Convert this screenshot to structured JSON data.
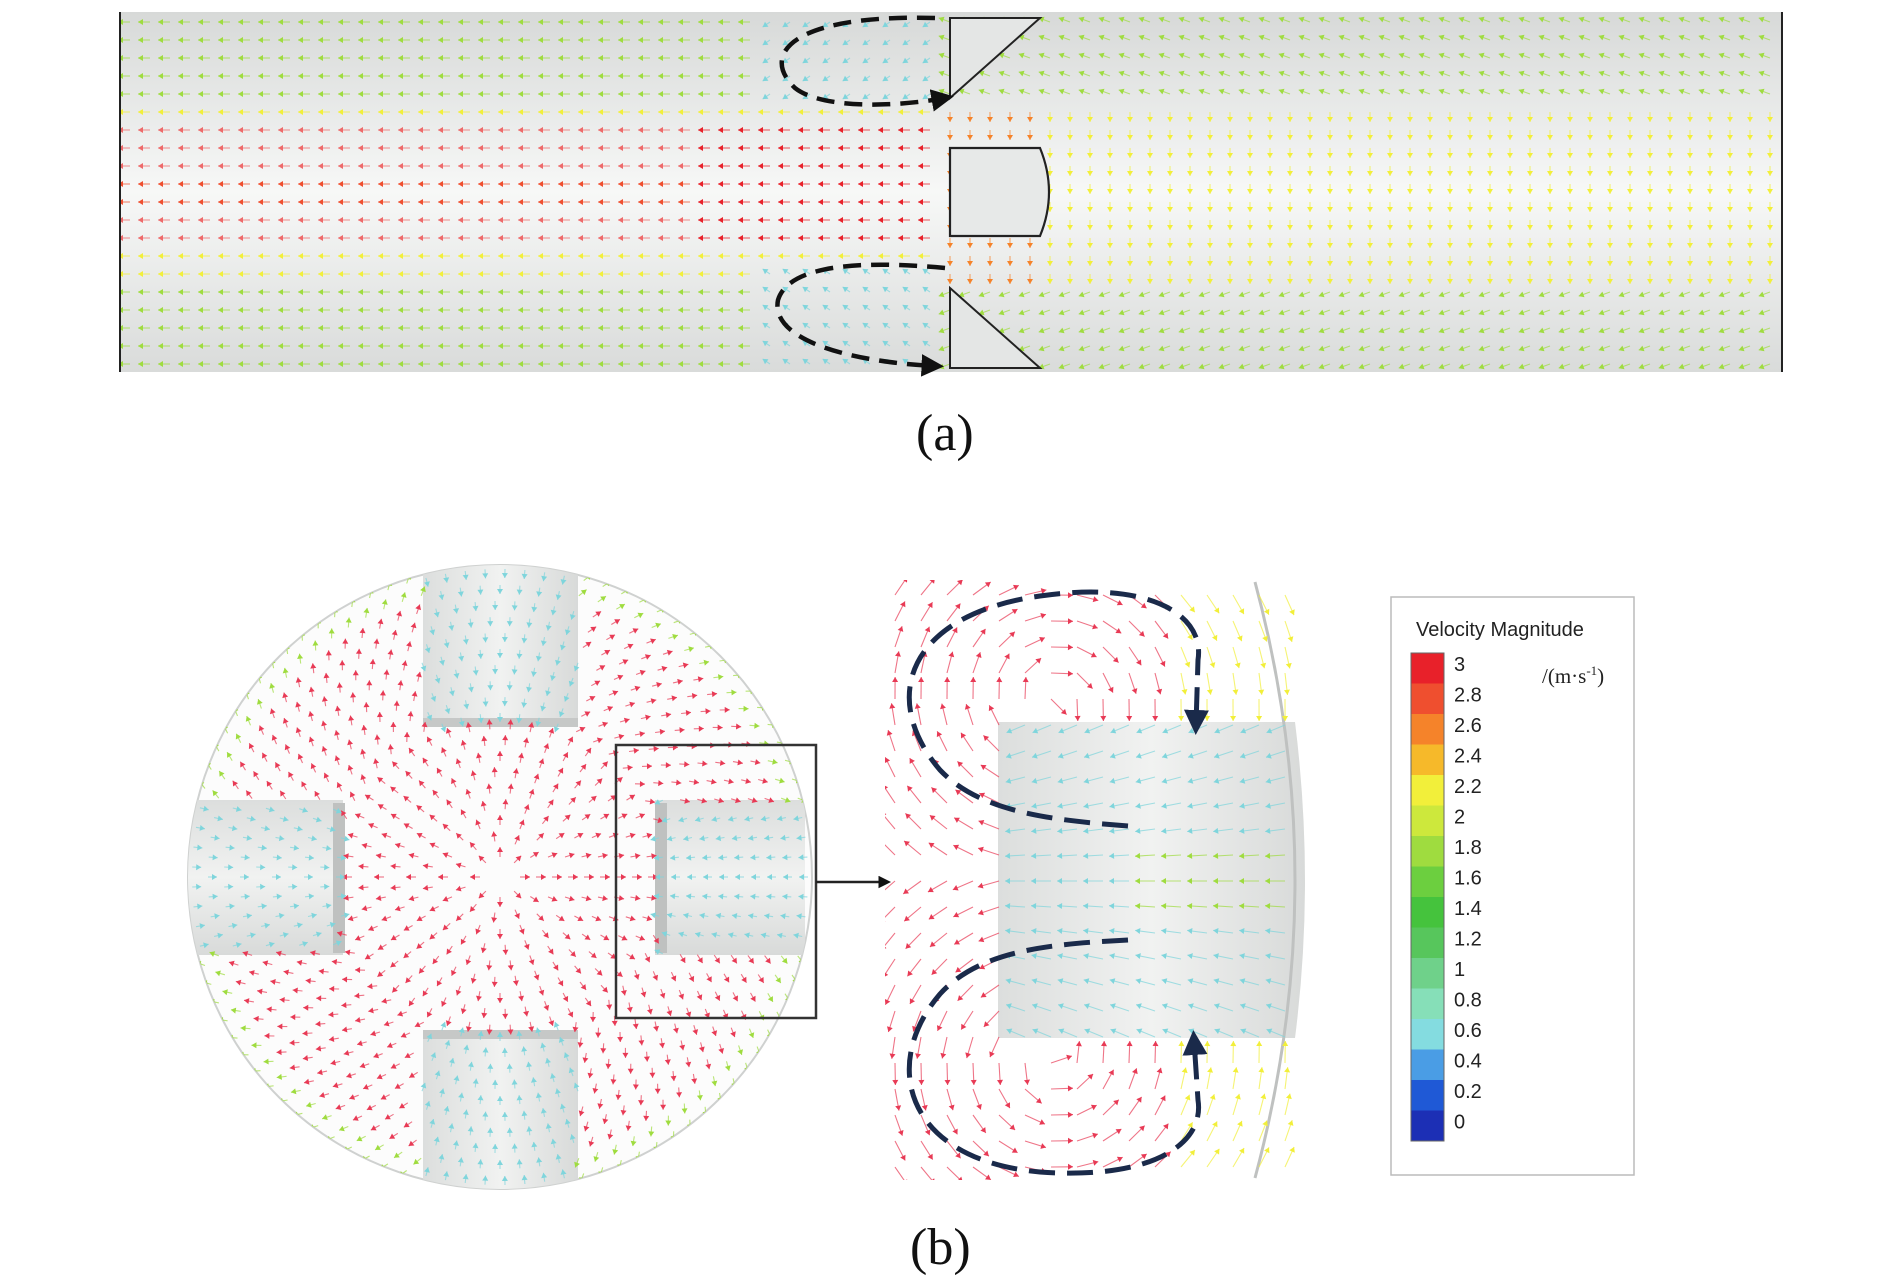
{
  "panels": {
    "a": {
      "caption": "(a)"
    },
    "b": {
      "caption": "(b)"
    }
  },
  "legend": {
    "title": "Velocity Magnitude",
    "unit_prefix": "/(m·s",
    "unit_exp": "-1",
    "unit_suffix": ")",
    "ticks": [
      "3",
      "2.8",
      "2.6",
      "2.4",
      "2.2",
      "2",
      "1.8",
      "1.6",
      "1.4",
      "1.2",
      "1",
      "0.8",
      "0.6",
      "0.4",
      "0.2",
      "0"
    ],
    "colors": [
      "#e8212a",
      "#ef4f2f",
      "#f5832a",
      "#f6b92a",
      "#f2ef3a",
      "#cde83c",
      "#9fdc3f",
      "#6ccf3f",
      "#45c33d",
      "#57c65c",
      "#6fd18a",
      "#86dfb8",
      "#84dce0",
      "#4a9de5",
      "#1f59d6",
      "#1c2fb5"
    ]
  },
  "colors": {
    "fluid_fast": "#e83a55",
    "fluid_mid": "#9dd83a",
    "fluid_slow": "#7fd5dc",
    "streamline": "#1a2a4a",
    "solid": "#e9ebea",
    "outline": "#222222"
  }
}
